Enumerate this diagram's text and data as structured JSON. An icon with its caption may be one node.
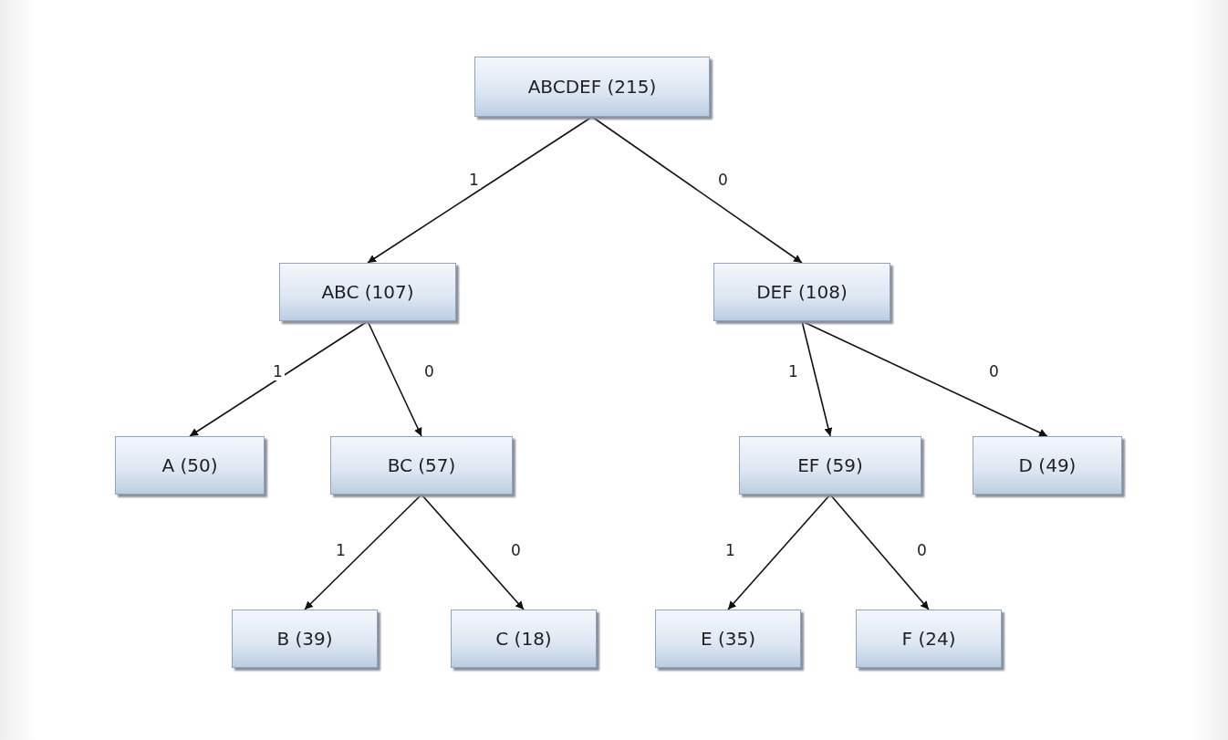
{
  "diagram": {
    "nodes": [
      {
        "text": [
          "ABCDEF (215)"
        ]
      },
      {
        "text": [
          "ABC (107)"
        ]
      },
      {
        "text": [
          "DEF (108)"
        ]
      },
      {
        "text": [
          "A (50)"
        ]
      },
      {
        "text": [
          "BC (57)"
        ]
      },
      {
        "text": [
          "EF (59)"
        ]
      },
      {
        "text": [
          "D (49)"
        ]
      },
      {
        "text": [
          "B (39)"
        ]
      },
      {
        "text": [
          "C (18)"
        ]
      },
      {
        "text": [
          "E (35)"
        ]
      },
      {
        "text": [
          "F (24)"
        ]
      }
    ],
    "edges": [
      {
        "from": 0,
        "to": 1,
        "arrow": "to",
        "label": "1"
      },
      {
        "from": 0,
        "to": 2,
        "arrow": "to",
        "label": "0"
      },
      {
        "from": 1,
        "to": 3,
        "arrow": "to",
        "label": "1"
      },
      {
        "from": 1,
        "to": 4,
        "arrow": "to",
        "label": "0"
      },
      {
        "from": 2,
        "to": 5,
        "arrow": "to",
        "label": "1"
      },
      {
        "from": 2,
        "to": 6,
        "arrow": "to",
        "label": "0"
      },
      {
        "from": 4,
        "to": 7,
        "arrow": "to",
        "label": "1"
      },
      {
        "from": 4,
        "to": 8,
        "arrow": "to",
        "label": "0"
      },
      {
        "from": 5,
        "to": 9,
        "arrow": "to",
        "label": "1"
      },
      {
        "from": 5,
        "to": 10,
        "arrow": "to",
        "label": "0"
      }
    ]
  }
}
